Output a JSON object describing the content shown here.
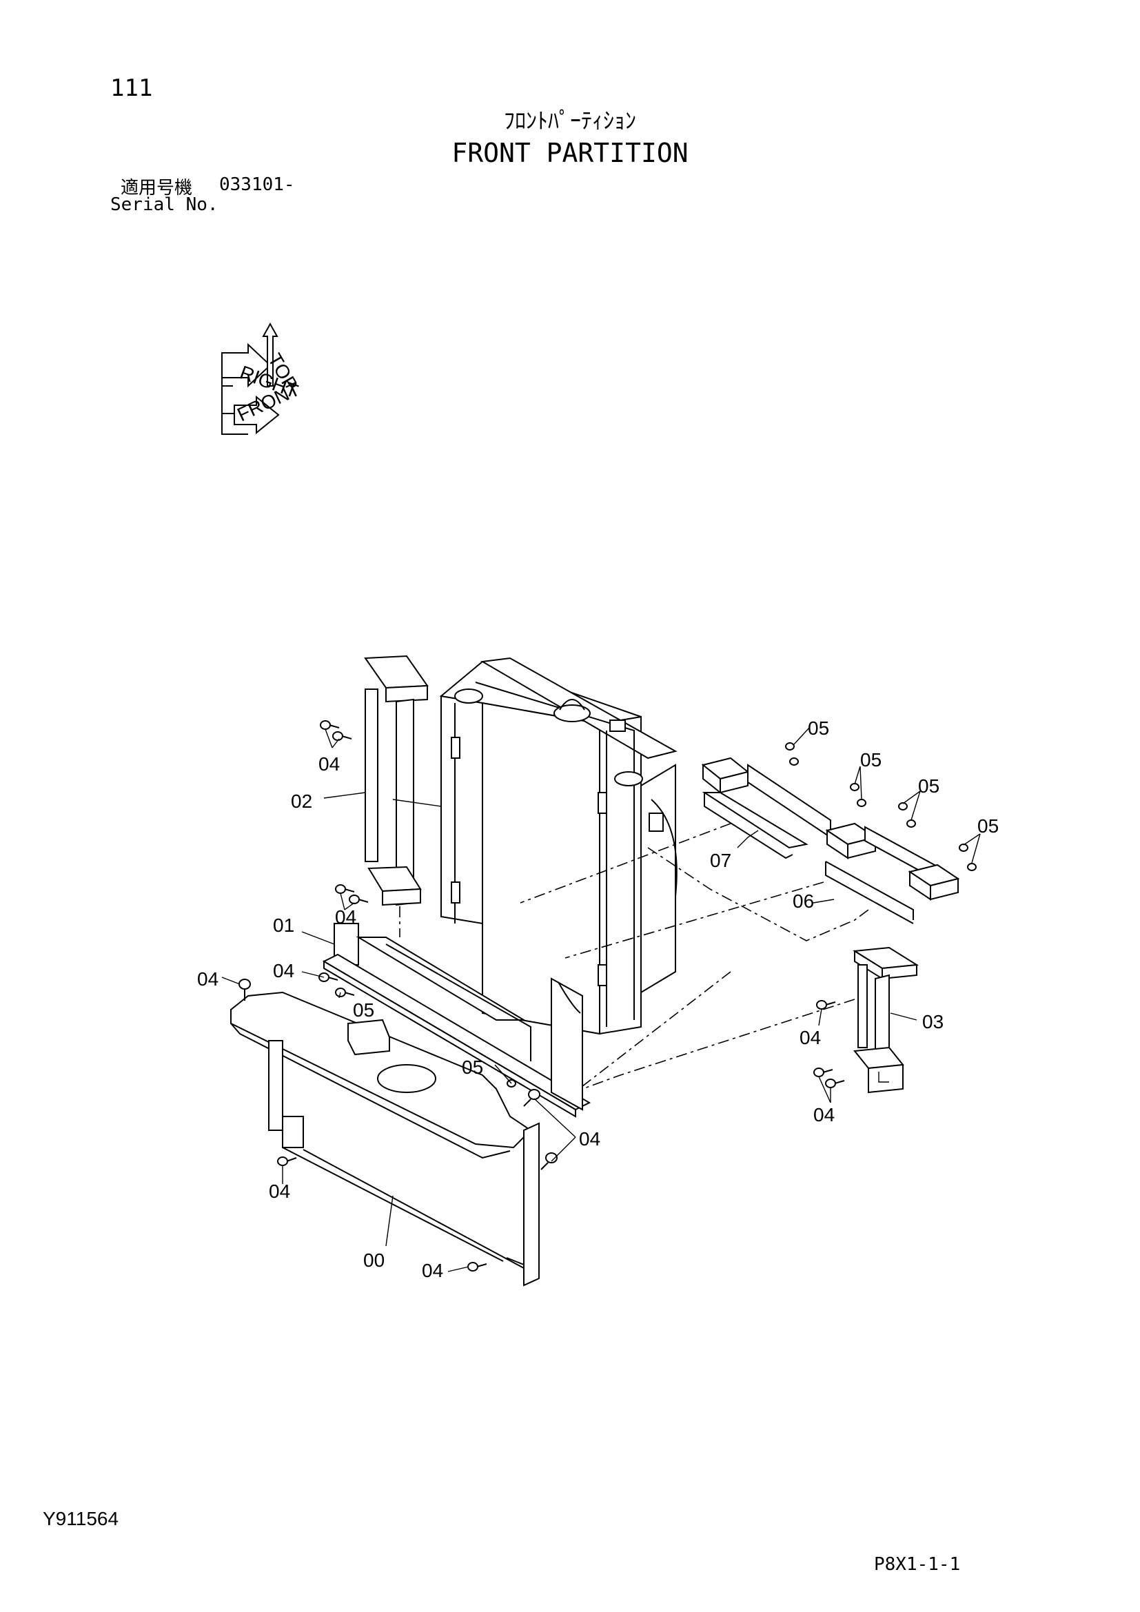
{
  "header": {
    "page_number": "111",
    "title_jp": "ﾌﾛﾝﾄﾊﾟｰﾃｨｼｮﾝ",
    "title_en": "FRONT PARTITION",
    "serial_label_jp": "適用号機",
    "serial_label_en": "Serial No.",
    "serial_value": "033101-"
  },
  "orientation": {
    "labels": [
      "TOP",
      "RIGHT",
      "FRONT"
    ]
  },
  "callouts": {
    "c00": "00",
    "c01": "01",
    "c02": "02",
    "c03": "03",
    "c04": "04",
    "c05": "05",
    "c06": "06",
    "c07": "07"
  },
  "footer": {
    "doc_code": "Y911564",
    "page_code": "P8X1-1-1"
  }
}
